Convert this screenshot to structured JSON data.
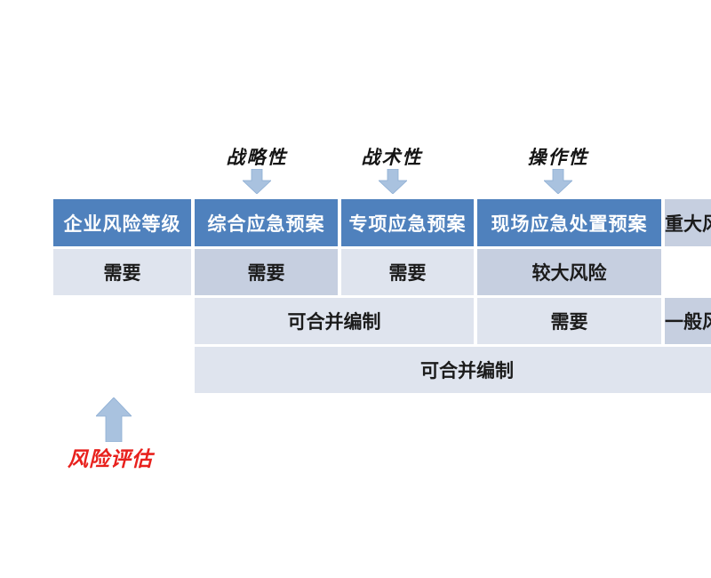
{
  "top_labels": [
    {
      "text": "战略性"
    },
    {
      "text": "战术性"
    },
    {
      "text": "操作性"
    }
  ],
  "table": {
    "headers": [
      "企业风险等级",
      "综合应急预案",
      "专项应急预案",
      "现场应急处置预案"
    ],
    "rows": [
      {
        "level": "重大风险",
        "cells": [
          {
            "text": "需要"
          },
          {
            "text": "需要",
            "highlight": true
          },
          {
            "text": "需要"
          }
        ]
      },
      {
        "level": "较大风险",
        "cells": [
          {
            "text": "可合并编制",
            "span": 2
          },
          {
            "text": "需要"
          }
        ]
      },
      {
        "level": "一般风险",
        "cells": [
          {
            "text": "可合并编制",
            "span": 3
          }
        ]
      }
    ]
  },
  "annotation": {
    "text": "风险评估"
  },
  "colors": {
    "header_bg": "#4f81bd",
    "header_text": "#ffffff",
    "level_bg": "#c6cfe0",
    "cell_bg": "#dfe4ee",
    "highlight_bg": "#c6cfe0",
    "arrow_fill": "#a9c2df",
    "arrow_edge": "#8cadd3",
    "annotation_color": "#e8211d",
    "body_text": "#1b1b1b"
  }
}
